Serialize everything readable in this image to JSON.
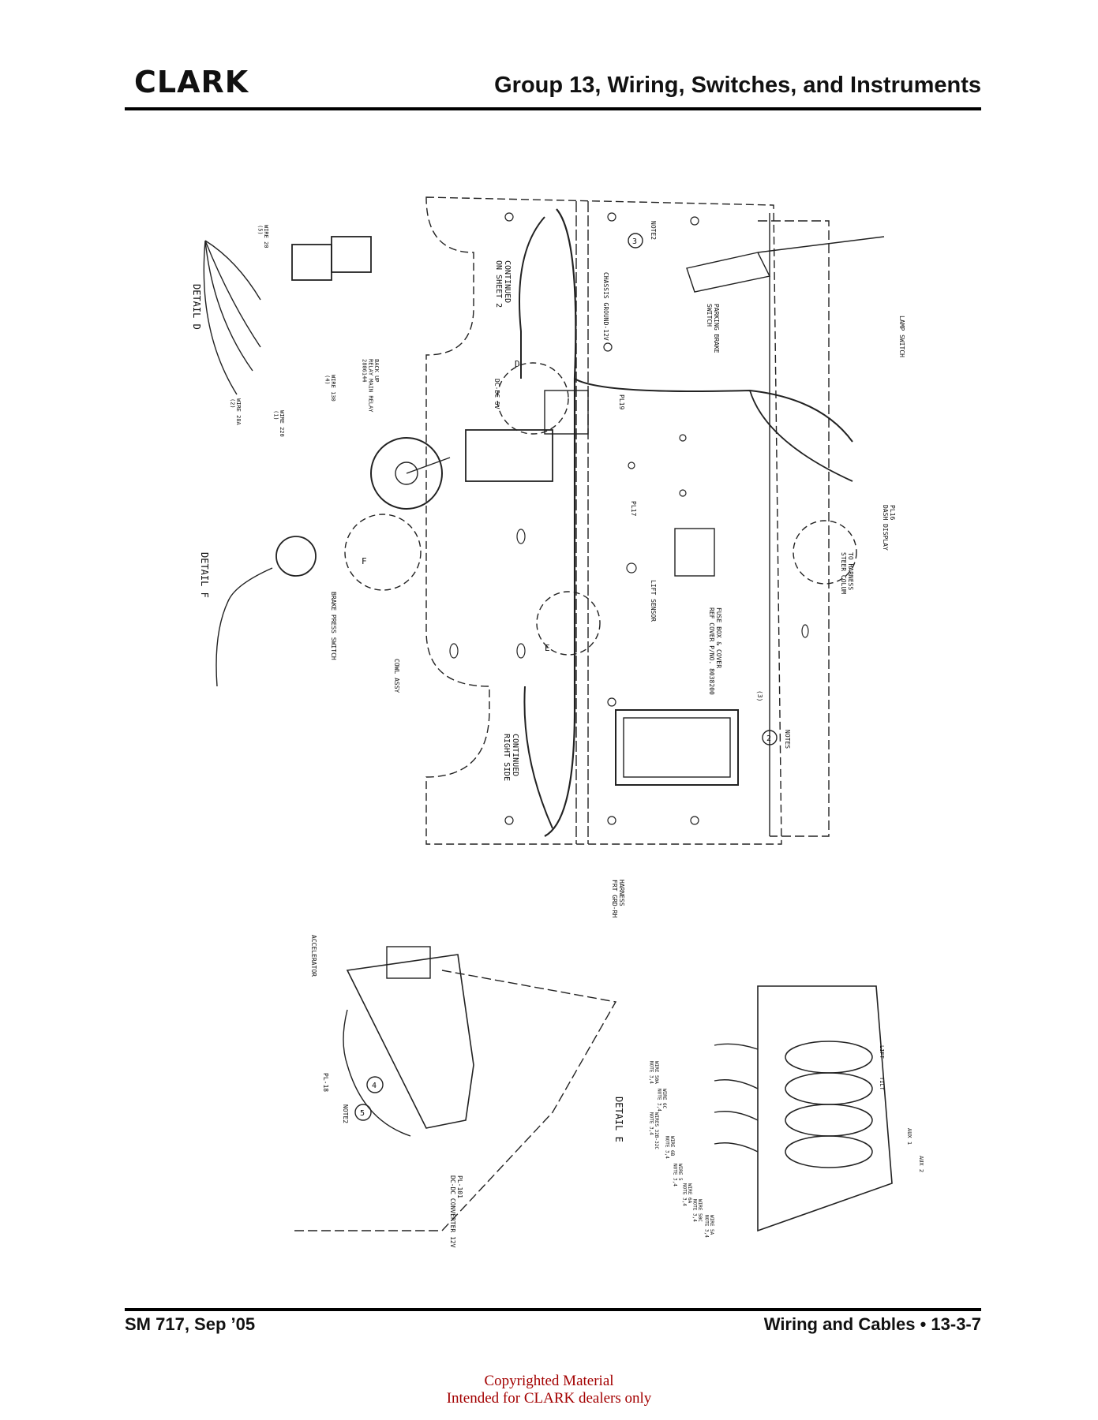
{
  "header": {
    "logo_text": "CLARK",
    "group_title": "Group 13, Wiring, Switches, and Instruments"
  },
  "footer": {
    "manual_id": "SM 717, Sep ’05",
    "section": "Wiring and Cables • 13-3-7"
  },
  "copyright": {
    "line1": "Copyrighted Material",
    "line2": "Intended for CLARK dealers only"
  },
  "diagram": {
    "labels": {
      "continued_sheet2": "CONTINUED\nON SHEET 2",
      "continued_right": "CONTINUED\nRIGHT SIDE",
      "detail_d": "DETAIL D",
      "detail_f": "DETAIL F",
      "detail_e": "DETAIL E",
      "note2_top": "NOTE2",
      "chassis_ground": "CHASSIS GROUND-12V",
      "parking_brake": "PARKING BRAKE\nSWITCH",
      "lamp_switch": "LAMP SWITCH",
      "pl19": "PL19",
      "pl16": "PL16\nDASH DISPLAY",
      "to_harness": "TO HARNESS\nSTEER COLUM",
      "dcdc5v": "DC-DC 5V",
      "pl17": "PL17",
      "lift_sensor": "LIFT SENSOR",
      "fuse_box": "FUSE BOX & COVER\nREF COVER P/NO. 8038200",
      "notes_bottom": "NOTES",
      "cowl_assy": "COWL ASSY",
      "brake_press": "BRAKE PRESS SWITCH",
      "harness_frt": "HARNESS\nFRT GRD-RH",
      "backup_relay": "BACK UP\nRELAY MAIN RELAY\n2806144",
      "wire_20": "WIRE 20\n(5)",
      "wire_130": "WIRE 130\n(4)",
      "wire_220": "WIRE 220\n(1)",
      "wire_28a": "WIRE 28A\n(2)",
      "accelerator": "ACCELERATOR",
      "pl18": "PL-18",
      "note2_bottom": "NOTE2",
      "pl101": "PL-101\nDC-DC CONVERTER 12V",
      "lift": "LIFT",
      "tilt": "TILT",
      "aux1": "AUX 1",
      "aux2": "AUX 2",
      "wire_50a": "WIRE 50A\nNOTE 3,4",
      "wire_6c": "WIRE 6C\nNOTE 3,4",
      "wires_32b": "WIRES 32B-32C\nNOTE 3,4",
      "wire_6b": "WIRE 6B\nNOTE 3,4",
      "wire_5": "WIRE 5\nNOTE 3,4",
      "wire_6a": "WIRE 6A\nNOTE 3,4",
      "wire_50c": "WIRE 50C\nNOTE 3,4",
      "wire_5a": "WIRE 5A\nNOTE 3,4",
      "letter_d": "D",
      "letter_e": "E",
      "letter_f": "F",
      "callout_3": "3",
      "callout_2": "2",
      "callout_4": "4",
      "callout_5": "5",
      "qty_3": "(3)"
    }
  }
}
